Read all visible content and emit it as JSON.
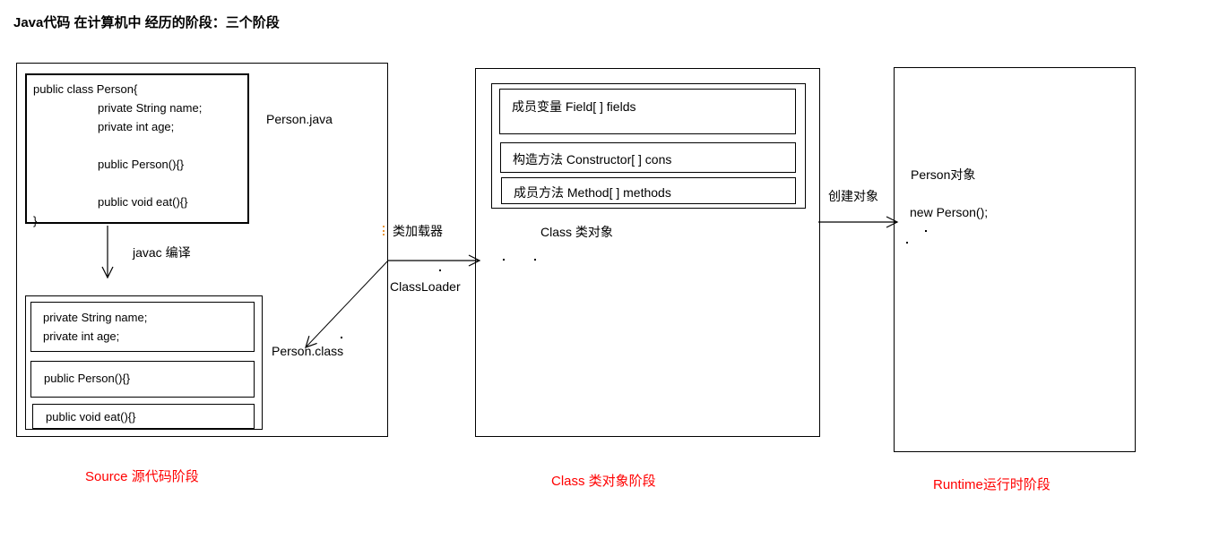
{
  "title": "Java代码 在计算机中 经历的阶段：三个阶段",
  "colors": {
    "caption_red": "#ff0000",
    "line_black": "#000000"
  },
  "source_stage": {
    "file_label": "Person.java",
    "source_code": {
      "line1": "public class Person{",
      "line2": "private String name;",
      "line3": "private int age;",
      "line4": "public Person(){}",
      "line5": "public void eat(){}",
      "line6": "}"
    },
    "compile_arrow_label": "javac 编译",
    "class_file_label": "Person.class",
    "class_file": {
      "fields_box": {
        "line1": "private String name;",
        "line2": "private int age;"
      },
      "constructor_box": "public Person(){}",
      "method_box": "public void eat(){}"
    },
    "caption": "Source 源代码阶段"
  },
  "class_loader": {
    "label_cn": "类加载器",
    "label_en": "ClassLoader"
  },
  "class_stage": {
    "members": {
      "fields": "成员变量  Field[ ] fields",
      "constructors": "构造方法  Constructor[ ] cons",
      "methods": "成员方法 Method[ ] methods"
    },
    "object_label": "Class 类对象",
    "caption": "Class 类对象阶段"
  },
  "create_object": {
    "label": "创建对象"
  },
  "runtime_stage": {
    "object_label": "Person对象",
    "code": "new Person();",
    "caption": "Runtime运行时阶段"
  }
}
